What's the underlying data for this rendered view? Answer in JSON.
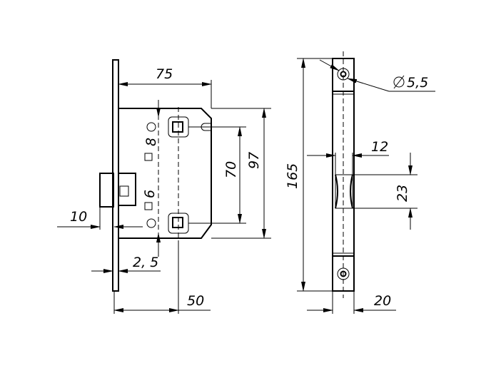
{
  "drawing": {
    "dims": {
      "d75": "75",
      "d70": "70",
      "d97": "97",
      "d8": "8",
      "d6": "6",
      "d10": "10",
      "d25": "2, 5",
      "d50": "50",
      "d165": "165",
      "d12": "12",
      "d23": "23",
      "d20": "20",
      "dia": "5,5"
    }
  }
}
